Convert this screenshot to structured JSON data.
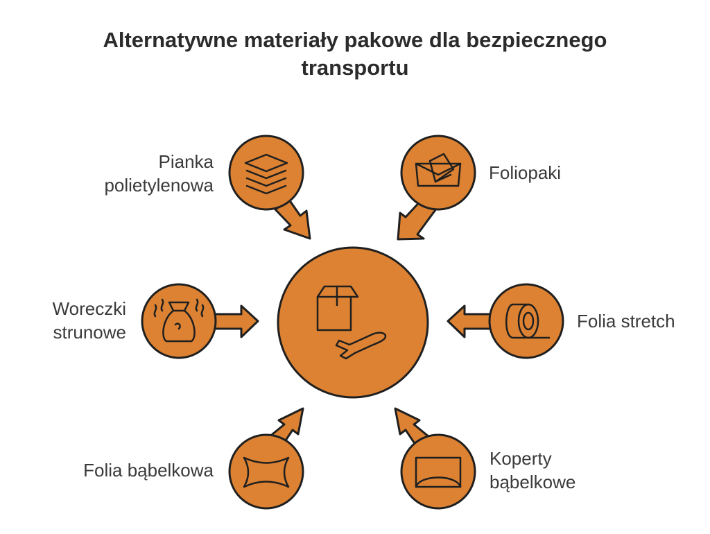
{
  "title": {
    "line1": "Alternatywne materiały pakowe dla bezpiecznego",
    "line2": "transportu"
  },
  "colors": {
    "fill": "#DC8232",
    "stroke": "#1f1f1f",
    "text": "#3a3a3a"
  },
  "center": {
    "icon": "box-airplane-icon"
  },
  "items": [
    {
      "id": "pianka",
      "line1": "Pianka",
      "line2": "polietylenowa",
      "icon": "layers-icon"
    },
    {
      "id": "foliopaki",
      "line1": "Foliopaki",
      "line2": "",
      "icon": "envelope-icon"
    },
    {
      "id": "woreczki",
      "line1": "Woreczki",
      "line2": "strunowe",
      "icon": "bag-icon"
    },
    {
      "id": "stretch",
      "line1": "Folia stretch",
      "line2": "",
      "icon": "film-roll-icon"
    },
    {
      "id": "babelkowa",
      "line1": "Folia bąbelkowa",
      "line2": "",
      "icon": "bubble-wrap-icon"
    },
    {
      "id": "koperty",
      "line1": "Koperty",
      "line2": "bąbelkowe",
      "icon": "padded-envelope-icon"
    }
  ]
}
